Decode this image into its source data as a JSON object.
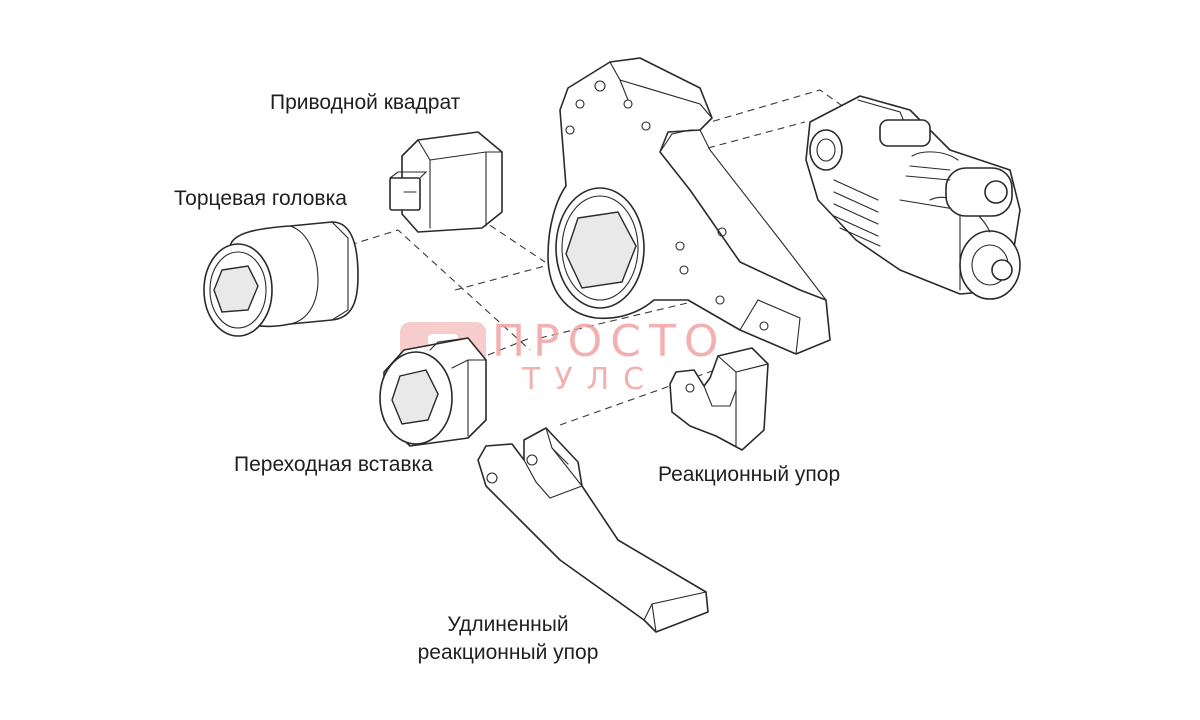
{
  "labels": {
    "drive_square": "Приводной квадрат",
    "socket": "Торцевая головка",
    "adapter_insert": "Переходная вставка",
    "reaction_stop": "Реакционный упор",
    "extended_stop_line1": "Удлиненный",
    "extended_stop_line2": "реакционный упор"
  },
  "watermark": {
    "line1": "ПРОСТО",
    "line2": "ТУЛС",
    "color": "#f2a3a3"
  },
  "colors": {
    "stroke": "#2a2a2a",
    "leader": "#3a3a3a",
    "background": "#ffffff"
  }
}
